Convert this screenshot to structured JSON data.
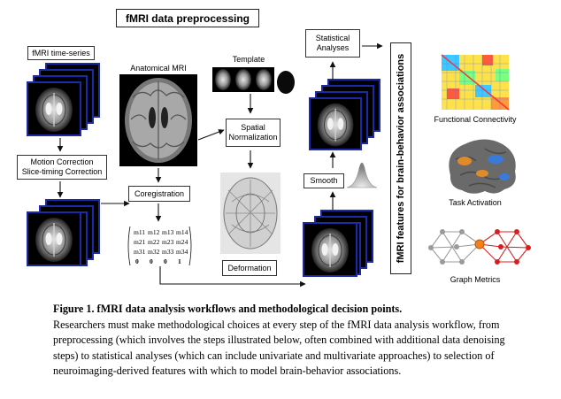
{
  "header": {
    "title": "fMRI data preprocessing"
  },
  "left": {
    "timeseries_label": "fMRI time-series",
    "motion_label_1": "Motion Correction",
    "motion_label_2": "Slice-timing Correction"
  },
  "middle": {
    "anatomical_label": "Anatomical MRI",
    "coreg_label": "Coregistration",
    "matrix": [
      [
        "m11",
        "m12",
        "m13",
        "m14"
      ],
      [
        "m21",
        "m22",
        "m23",
        "m24"
      ],
      [
        "m31",
        "m32",
        "m33",
        "m34"
      ],
      [
        "0",
        "0",
        "0",
        "1"
      ]
    ]
  },
  "right_middle": {
    "template_label": "Template",
    "spatial_label_1": "Spatial",
    "spatial_label_2": "Normalization",
    "deformation_label": "Deformation"
  },
  "stats": {
    "analyses_label_1": "Statistical",
    "analyses_label_2": "Analyses",
    "smooth_label": "Smooth"
  },
  "features": {
    "vertical_title": "fMRI features for brain-behavior associations",
    "fc_label": "Functional Connectivity",
    "task_label": "Task Activation",
    "graph_label": "Graph Metrics"
  },
  "caption": {
    "title": "Figure 1. fMRI data analysis workflows and methodological decision points.",
    "body": "Researchers must make methodological choices at every step of the fMRI data analysis workflow, from preprocessing (which involves the steps illustrated below, often combined with additional data denoising steps) to statistical analyses (which can include univariate and multivariate approaches) to selection of neuroimaging-derived features with which to model brain-behavior associations."
  },
  "colors": {
    "stack_border": "#1c2aa8",
    "arrow": "#111111",
    "graph_red": "#d42020",
    "graph_gray": "#9a9a9a",
    "hub": "#f08020"
  }
}
